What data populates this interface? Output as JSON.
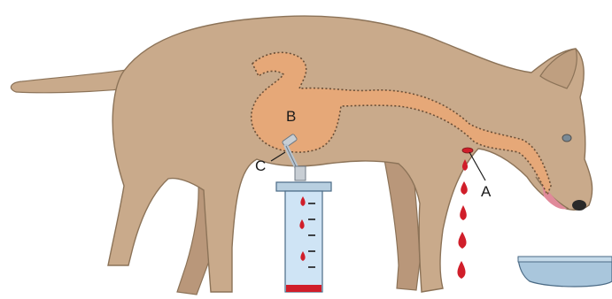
{
  "labels": {
    "a": "A",
    "b": "B",
    "c": "C"
  },
  "colors": {
    "dog_body": "#c9aa8b",
    "dog_outline": "#8c7358",
    "digestive_tract": "#e6a878",
    "blood_drops": "#d01e2a",
    "cylinder_glass": "#cfe4f5",
    "cylinder_cap": "#b8cfe0",
    "bowl": "#a9c6dc"
  },
  "icons": {
    "animal": "dog-illustration",
    "container": "graduated-cylinder",
    "dish": "food-bowl"
  }
}
